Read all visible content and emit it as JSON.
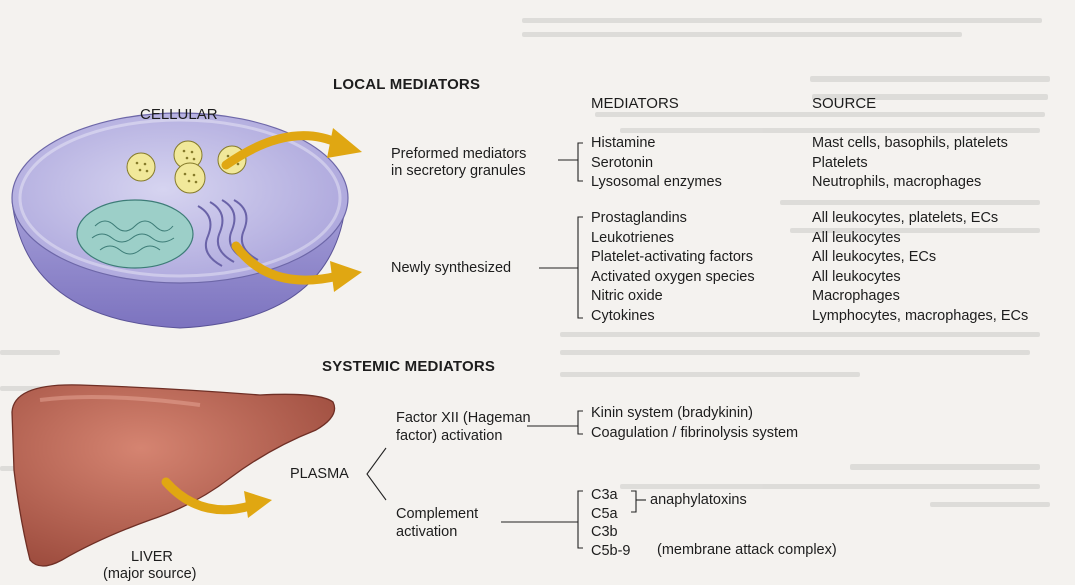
{
  "sections": {
    "local_title": "LOCAL MEDIATORS",
    "systemic_title": "SYSTEMIC MEDIATORS"
  },
  "cell": {
    "label": "CELLULAR"
  },
  "columns": {
    "mediators": "MEDIATORS",
    "source": "SOURCE"
  },
  "preformed": {
    "label_line1": "Preformed mediators",
    "label_line2": "in secretory granules",
    "items": [
      {
        "mediator": "Histamine",
        "source": "Mast cells, basophils, platelets"
      },
      {
        "mediator": "Serotonin",
        "source": "Platelets"
      },
      {
        "mediator": "Lysosomal enzymes",
        "source": "Neutrophils, macrophages"
      }
    ]
  },
  "synthesized": {
    "label": "Newly synthesized",
    "items": [
      {
        "mediator": "Prostaglandins",
        "source": "All leukocytes, platelets, ECs"
      },
      {
        "mediator": "Leukotrienes",
        "source": "All leukocytes"
      },
      {
        "mediator": "Platelet-activating factors",
        "source": "All leukocytes, ECs"
      },
      {
        "mediator": "Activated oxygen species",
        "source": "All leukocytes"
      },
      {
        "mediator": "Nitric oxide",
        "source": "Macrophages"
      },
      {
        "mediator": "Cytokines",
        "source": "Lymphocytes, macrophages, ECs"
      }
    ]
  },
  "liver": {
    "label": "LIVER",
    "sublabel": "(major source)"
  },
  "plasma": {
    "label": "PLASMA"
  },
  "factor12": {
    "label_line1": "Factor XII (Hageman",
    "label_line2": "factor) activation",
    "items": [
      "Kinin system (bradykinin)",
      "Coagulation / fibrinolysis system"
    ]
  },
  "complement": {
    "label_line1": "Complement",
    "label_line2": "activation",
    "items": [
      "C3a",
      "C5a",
      "C3b",
      "C5b-9"
    ],
    "anaphylatoxins": "anaphylatoxins",
    "mac_note": "(membrane attack complex)"
  },
  "colors": {
    "cell_membrane": "#c6c4e8",
    "cell_cytoplasm": "#b0acde",
    "cell_side": "#8880c8",
    "nucleus": "#a6d6d0",
    "granule": "#f1e89a",
    "arrow": "#e8b31c",
    "liver": "#b85e4c",
    "liver_dark": "#8a3f33"
  }
}
